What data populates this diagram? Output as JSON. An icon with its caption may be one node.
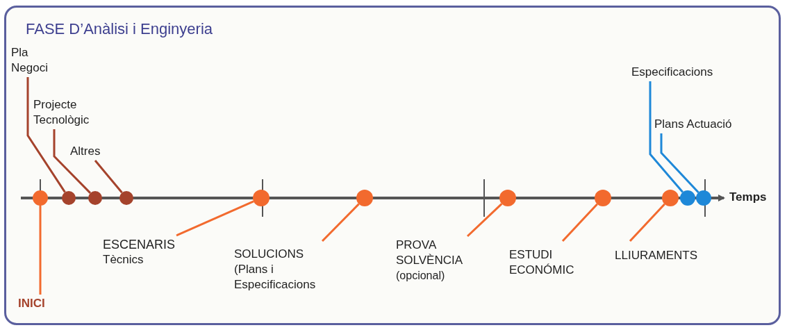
{
  "diagram": {
    "title": "FASE D’Anàlisi i Enginyeria",
    "nodes": [
      {
        "text": [
          "Pla Negoci"
        ]
      },
      {
        "text": [
          "Projecte Tecnològic"
        ]
      },
      {
        "text": [
          "Altres"
        ]
      },
      {
        "text": [
          "Especificacions"
        ]
      },
      {
        "text": [
          "Plans Actuació"
        ]
      },
      {
        "text": [],
        "shape": "circle"
      },
      {
        "text": [],
        "shape": "circle"
      },
      {
        "text": [],
        "shape": "circle"
      },
      {
        "text": [],
        "shape": "circle"
      },
      {
        "text": [],
        "shape": "circle"
      },
      {
        "text": [],
        "shape": "circle"
      },
      {
        "text": [],
        "shape": "circle"
      },
      {
        "text": [],
        "shape": "circle"
      },
      {
        "text": [],
        "shape": "circle"
      },
      {
        "text": [],
        "shape": "circle"
      },
      {
        "text": [],
        "shape": "circle"
      },
      {
        "text": [
          "ESCENARIS",
          "Tècnics"
        ]
      },
      {
        "text": [
          "SOLUCIONS (Plans i Especificacions"
        ]
      },
      {
        "text": [
          "PROVA SOLVÈNCIA",
          "(opcional)"
        ]
      },
      {
        "text": [
          "ESTUDI ECONÓMIC"
        ]
      },
      {
        "text": [
          "LLIURAMENTS"
        ]
      },
      {
        "text": [
          "INICI"
        ]
      }
    ],
    "edges": [
      {
        "from": 0,
        "to": 6,
        "arrow": "none",
        "color": "#a5432c"
      },
      {
        "from": 1,
        "to": 7,
        "arrow": "none",
        "color": "#a5432c"
      },
      {
        "from": 2,
        "to": 8,
        "arrow": "none",
        "color": "#a5432c"
      },
      {
        "from": 3,
        "to": 14,
        "arrow": "none",
        "color": "#1e88d8"
      },
      {
        "from": 4,
        "to": 15,
        "arrow": "none",
        "color": "#1e88d8"
      },
      {
        "from": 5,
        "to": 21,
        "arrow": "none"
      },
      {
        "from": 9,
        "to": 16,
        "arrow": "none"
      },
      {
        "from": 10,
        "to": 17,
        "arrow": "none"
      },
      {
        "from": 11,
        "to": 18,
        "arrow": "none"
      },
      {
        "from": 12,
        "to": 19,
        "arrow": "none"
      },
      {
        "from": 13,
        "to": 20,
        "arrow": "none"
      }
    ],
    "labels": [
      "Temps"
    ]
  }
}
